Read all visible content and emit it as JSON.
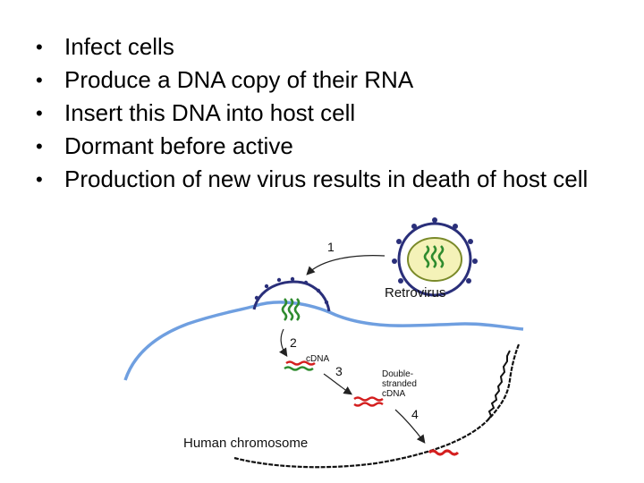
{
  "bullets": [
    "Infect cells",
    "Produce a DNA copy of their RNA",
    "Insert this DNA into host cell",
    "Dormant before active",
    "Production of new virus results in death of host cell"
  ],
  "diagram": {
    "retrovirus_label": "Retrovirus",
    "step_1": "1",
    "step_2": "2",
    "step_3": "3",
    "step_4": "4",
    "cdna_label": "cDNA",
    "double_stranded_line1": "Double-",
    "double_stranded_line2": "stranded",
    "double_stranded_line3": "cDNA",
    "chromosome_label": "Human chromosome"
  },
  "colors": {
    "rna_green": "#2e8b2e",
    "dna_red": "#d41f1f",
    "membrane_blue": "#6f9fe0",
    "envelope_navy": "#2a2f7a",
    "capsid_yellow": "#f4f2b8",
    "capsid_outline": "#7a8a2a"
  }
}
